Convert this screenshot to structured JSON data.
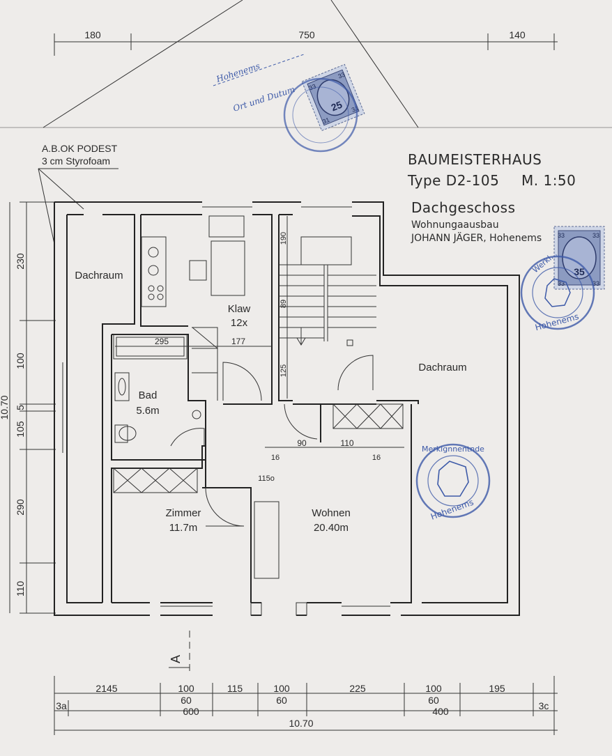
{
  "notes": {
    "podest_line1": "A.B.OK PODEST",
    "podest_line2": "3 cm Styrofoam",
    "handwritten_place": "Hohenems",
    "handwritten_date": "Ort und Dutum"
  },
  "title_block": {
    "line1": "BAUMEISTERHAUS",
    "line2": "Type D2-105",
    "scale": "M. 1:50",
    "floor": "Dachgeschoss",
    "subtitle": "Wohnungaausbau",
    "owner": "JOHANN JÄGER, Hohenems"
  },
  "rooms": {
    "dachraum_left": "Dachraum",
    "dachraum_right": "Dachraum",
    "klaw_name": "Klaw",
    "klaw_area": "12x",
    "bad_name": "Bad",
    "bad_area": "5.6m",
    "zimmer_name": "Zimmer",
    "zimmer_area": "11.7m",
    "wohnen_name": "Wohnen",
    "wohnen_area": "20.40m"
  },
  "dims": {
    "top": [
      "180",
      "750",
      "140"
    ],
    "left": [
      "230",
      "100",
      "10.70",
      "5",
      "105",
      "290",
      "110"
    ],
    "bottom_row1": [
      "2145",
      "100",
      "115",
      "100",
      "225",
      "100",
      "195"
    ],
    "bottom_row2": [
      "60",
      "60",
      "60"
    ],
    "bottom_row3": [
      "3a",
      "600",
      "400",
      "3c"
    ],
    "bottom_total": "10.70",
    "interior": {
      "bath_width": "295",
      "hall_177": "177",
      "stair_190": "190",
      "stair_89": "89",
      "stair_125": "125",
      "d90": "90",
      "d110": "110",
      "d16a": "16",
      "d16b": "16",
      "d115": "115o"
    },
    "section_marker": "A"
  },
  "stamps": {
    "postage_1": "25",
    "postage_1_corners": [
      "33",
      "33",
      "31",
      "31"
    ],
    "postage_2": "35",
    "postage_2_corners": [
      "33",
      "33",
      "33",
      "33"
    ],
    "seal_right_text": "Hohenems",
    "seal_right_top": "Werkl...",
    "seal_center_top": "Merkignnentnde",
    "seal_center_bottom": "Hohenems"
  },
  "colors": {
    "paper": "#eeecea",
    "ink": "#222222",
    "stamp_blue": "#3d5aa8"
  }
}
